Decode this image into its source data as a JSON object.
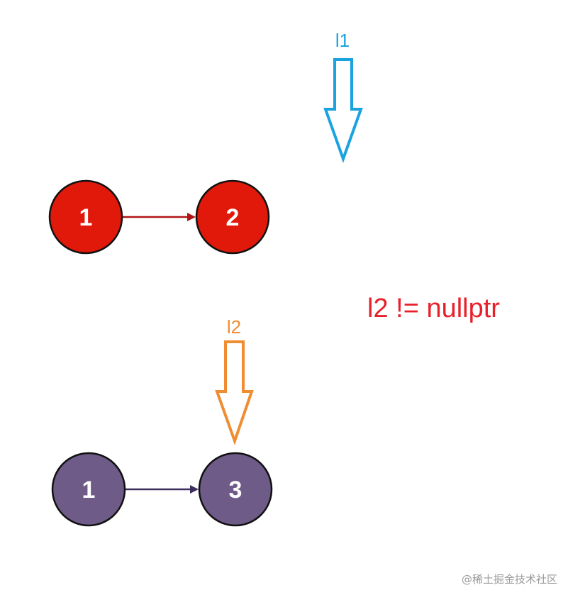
{
  "colors": {
    "list1_fill": "#e0190b",
    "list1_edge": "#b01515",
    "list2_fill": "#6e5b87",
    "list2_edge": "#3d3060",
    "node_stroke": "#111111",
    "node_text": "#ffffff",
    "pointer_l1": "#1aa3e0",
    "pointer_l2": "#f08c32",
    "condition": "#e8202a",
    "watermark": "#9a9a9a"
  },
  "list1": {
    "nodes": [
      "1",
      "2"
    ]
  },
  "list2": {
    "nodes": [
      "1",
      "3"
    ]
  },
  "pointers": {
    "l1": {
      "label": "l1",
      "icon": "down-arrow-outline-icon"
    },
    "l2": {
      "label": "l2",
      "icon": "down-arrow-outline-icon"
    }
  },
  "condition": {
    "text": "l2 != nullptr"
  },
  "watermark": {
    "text": "@稀土掘金技术社区"
  }
}
